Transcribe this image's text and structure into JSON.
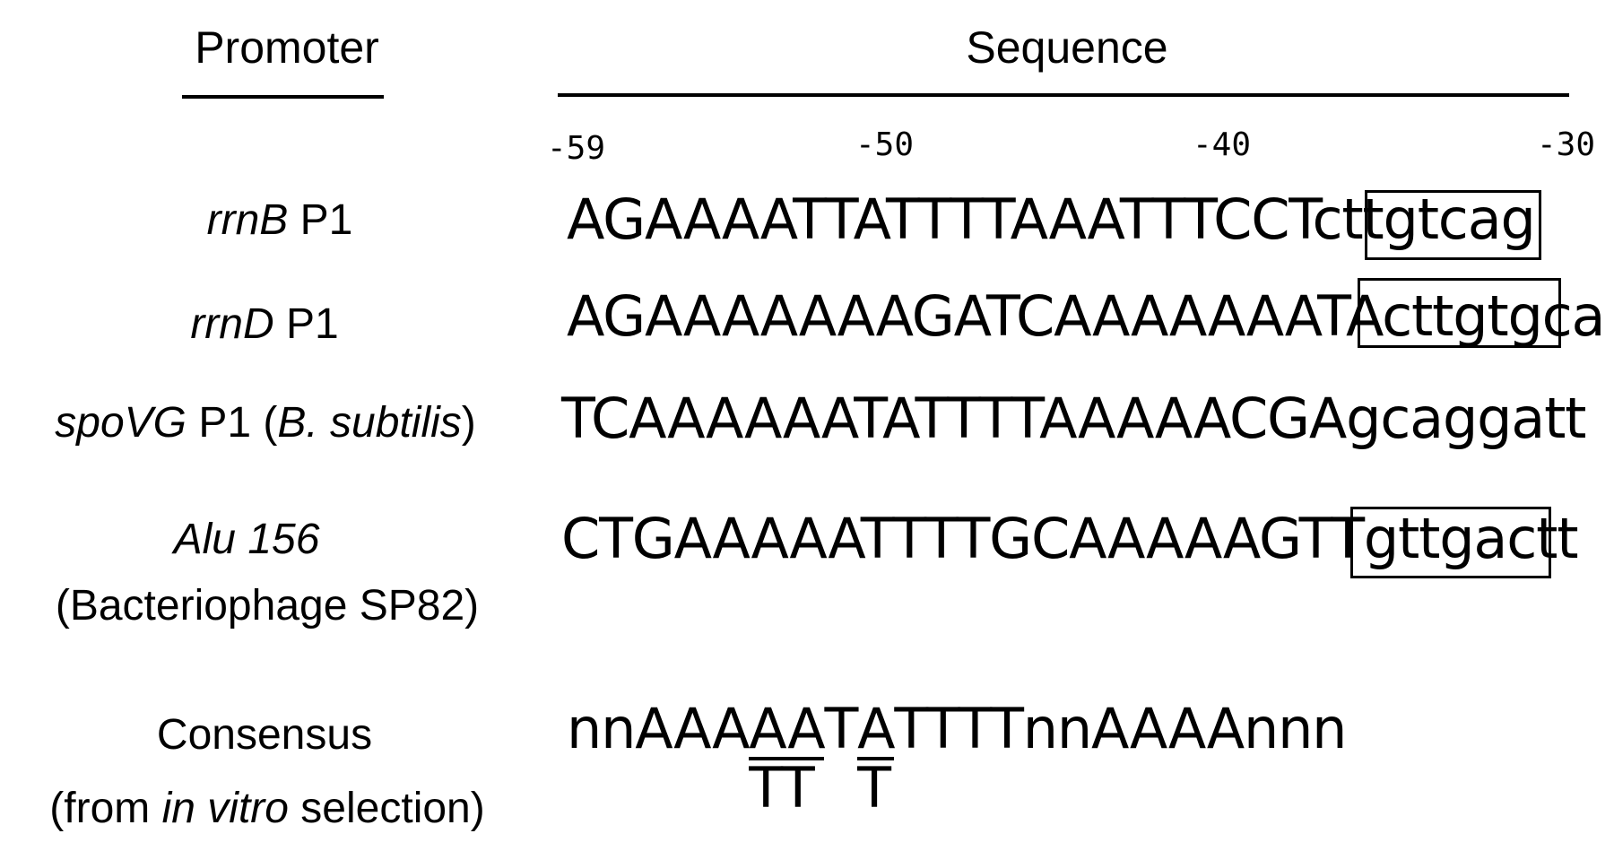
{
  "headers": {
    "promoter": "Promoter",
    "sequence": "Sequence"
  },
  "positions": {
    "p59": "-59",
    "p50": "-50",
    "p40": "-40",
    "p30": "-30"
  },
  "rows": {
    "rrnB": {
      "name": "rrnB",
      "suffix": " P1",
      "seq_upper": "AGAAAATTATTTTAAATTTCCT",
      "seq_lower": "cttgtcag"
    },
    "rrnD": {
      "name": "rrnD",
      "suffix": " P1",
      "seq_upper": "AGAAAAAAAGATCAAAAAAATA",
      "seq_lower": "cttgtgca"
    },
    "spoVG": {
      "name": "spoVG",
      "mid": " P1 (",
      "org": "B. subtilis",
      "end": ")",
      "seq_upper": "TCAAAAAATATTTTAAAAACGA",
      "seq_lower": "gcaggatt"
    },
    "alu": {
      "name": "Alu 156",
      "line2": "(Bacteriophage SP82)",
      "seq_upper": "CTGAAAAATTTTGCAAAAAGTT",
      "seq_lower": "gttgactt"
    },
    "consensus": {
      "line1": "Consensus",
      "line2_pre": "(from ",
      "line2_ital": "in vitro",
      "line2_post": " selection)",
      "seq_a": "nnAAA",
      "stack1_top": "AA",
      "stack1_bot": "TT",
      "seq_b": "T",
      "stack2_top": "A",
      "stack2_bot": "T",
      "seq_c": "TTTTnnAAAAnnn"
    }
  }
}
